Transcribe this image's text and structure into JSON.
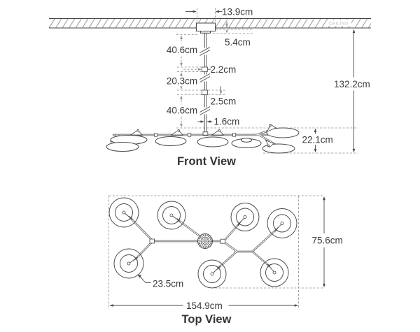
{
  "front_view": {
    "title": "Front View",
    "ceiling_label": "CEILING",
    "dimensions": {
      "canopy_width": "13.9cm",
      "canopy_height": "5.4cm",
      "upper_rod_length": "40.6cm",
      "upper_connector": "2.2cm",
      "middle_rod_length": "20.3cm",
      "lower_connector": "2.5cm",
      "lower_rod_length": "40.6cm",
      "rod_diameter": "1.6cm",
      "fixture_body_height": "22.1cm",
      "overall_height": "132.2cm"
    }
  },
  "top_view": {
    "title": "Top View",
    "dimensions": {
      "shade_diameter": "23.5cm",
      "overall_width": "154.9cm",
      "overall_depth": "75.6cm"
    }
  },
  "colors": {
    "line": "#474747",
    "dash": "#8f8f8f",
    "text": "#3a3a3a",
    "ceiling": "#bdbdbd"
  }
}
